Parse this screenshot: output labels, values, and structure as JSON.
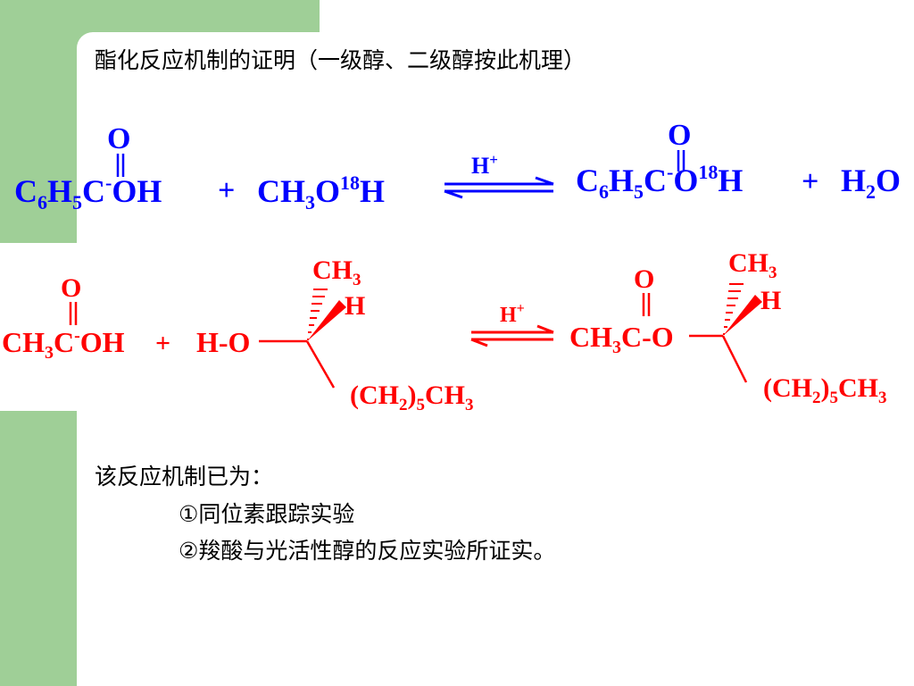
{
  "slide": {
    "title": "酯化反应机制的证明（一级醇、二级醇按此机理）",
    "conclusion": {
      "intro": "该反应机制已为：",
      "item1": "①同位素跟踪实验",
      "item2": "②羧酸与光活性醇的反应实验所证实。"
    }
  },
  "reaction1": {
    "reactant_acid": {
      "o_top": "O",
      "c6": "C",
      "c6_sub": "6",
      "h5": "H",
      "h5_sub": "5",
      "c": "C",
      "c_sup": "-",
      "oh": "OH"
    },
    "plus1": "+",
    "reactant_alcohol": {
      "ch": "CH",
      "ch_sub": "3",
      "o": "O",
      "o_sup": "18",
      "h": "H"
    },
    "catalyst": {
      "h": "H",
      "sup": "+"
    },
    "product_ester": {
      "o_top": "O",
      "c6": "C",
      "c6_sub": "6",
      "h5": "H",
      "h5_sub": "5",
      "c": "C",
      "c_sup": "-",
      "o": "O",
      "o_sup": "18",
      "h": "H"
    },
    "plus2": "+",
    "product_water": {
      "h": "H",
      "h_sub": "2",
      "o": "O"
    }
  },
  "reaction2": {
    "reactant_acid": {
      "o_top": "O",
      "ch": "CH",
      "ch_sub": "3",
      "c": "C",
      "c_sup": "-",
      "oh": "OH"
    },
    "plus1": "+",
    "reactant_alcohol": {
      "ho": "H-O",
      "methyl": "CH",
      "methyl_sub": "3",
      "h": "H",
      "chain_open": "(CH",
      "chain_sub": "2",
      "chain_close": ")",
      "chain_sub2": "5",
      "chain_end": "CH",
      "chain_end_sub": "3"
    },
    "catalyst": {
      "h": "H",
      "sup": "+"
    },
    "product_ester": {
      "o_top": "O",
      "ch": "CH",
      "ch_sub": "3",
      "co": "C-O",
      "methyl": "CH",
      "methyl_sub": "3",
      "h": "H",
      "chain_open": "(CH",
      "chain_sub": "2",
      "chain_close": ")",
      "chain_sub2": "5",
      "chain_end": "CH",
      "chain_end_sub": "3"
    }
  },
  "colors": {
    "reaction1": "#0000ff",
    "reaction2": "#ff0000",
    "background_band": "#9fcf97"
  }
}
